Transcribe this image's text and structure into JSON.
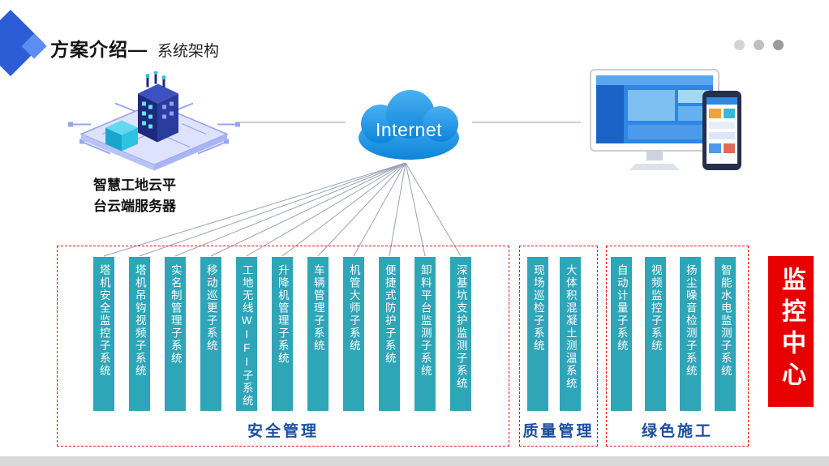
{
  "title": {
    "bold": "方案介绍—",
    "regular": "系统架构"
  },
  "server": {
    "label": "智慧工地云平台云端服务器"
  },
  "cloud": {
    "label": "Internet"
  },
  "monitor_center": {
    "label": "监控中心"
  },
  "groups": [
    {
      "label": "安全管理",
      "systems": [
        "塔机安全监控子系统",
        "塔机吊钩视频子系统",
        "实名制管理子系统",
        "移动巡更子系统",
        "工地无线WIFI子系统",
        "升降机管理子系统",
        "车辆管理子系统",
        "机管大师子系统",
        "便捷式防护子系统",
        "卸料平台监测子系统",
        "深基坑支护监测子系统"
      ]
    },
    {
      "label": "质量管理",
      "systems": [
        "现场巡检子系统",
        "大体积混凝土测温系统"
      ]
    },
    {
      "label": "绿色施工",
      "systems": [
        "自动计量子系统",
        "视频监控子系统",
        "扬尘噪音检测子系统",
        "智能水电监测子系统"
      ]
    }
  ],
  "colors": {
    "bar_teal": "#2FA5B8",
    "cloud_blue": "#1B96E3",
    "alert_red": "#E60000",
    "group_label_blue": "#1C4E9E",
    "dashed_red": "#F01414",
    "deco_blue": "#2C5CD6",
    "deco_blue_light": "#5B8EF0"
  }
}
